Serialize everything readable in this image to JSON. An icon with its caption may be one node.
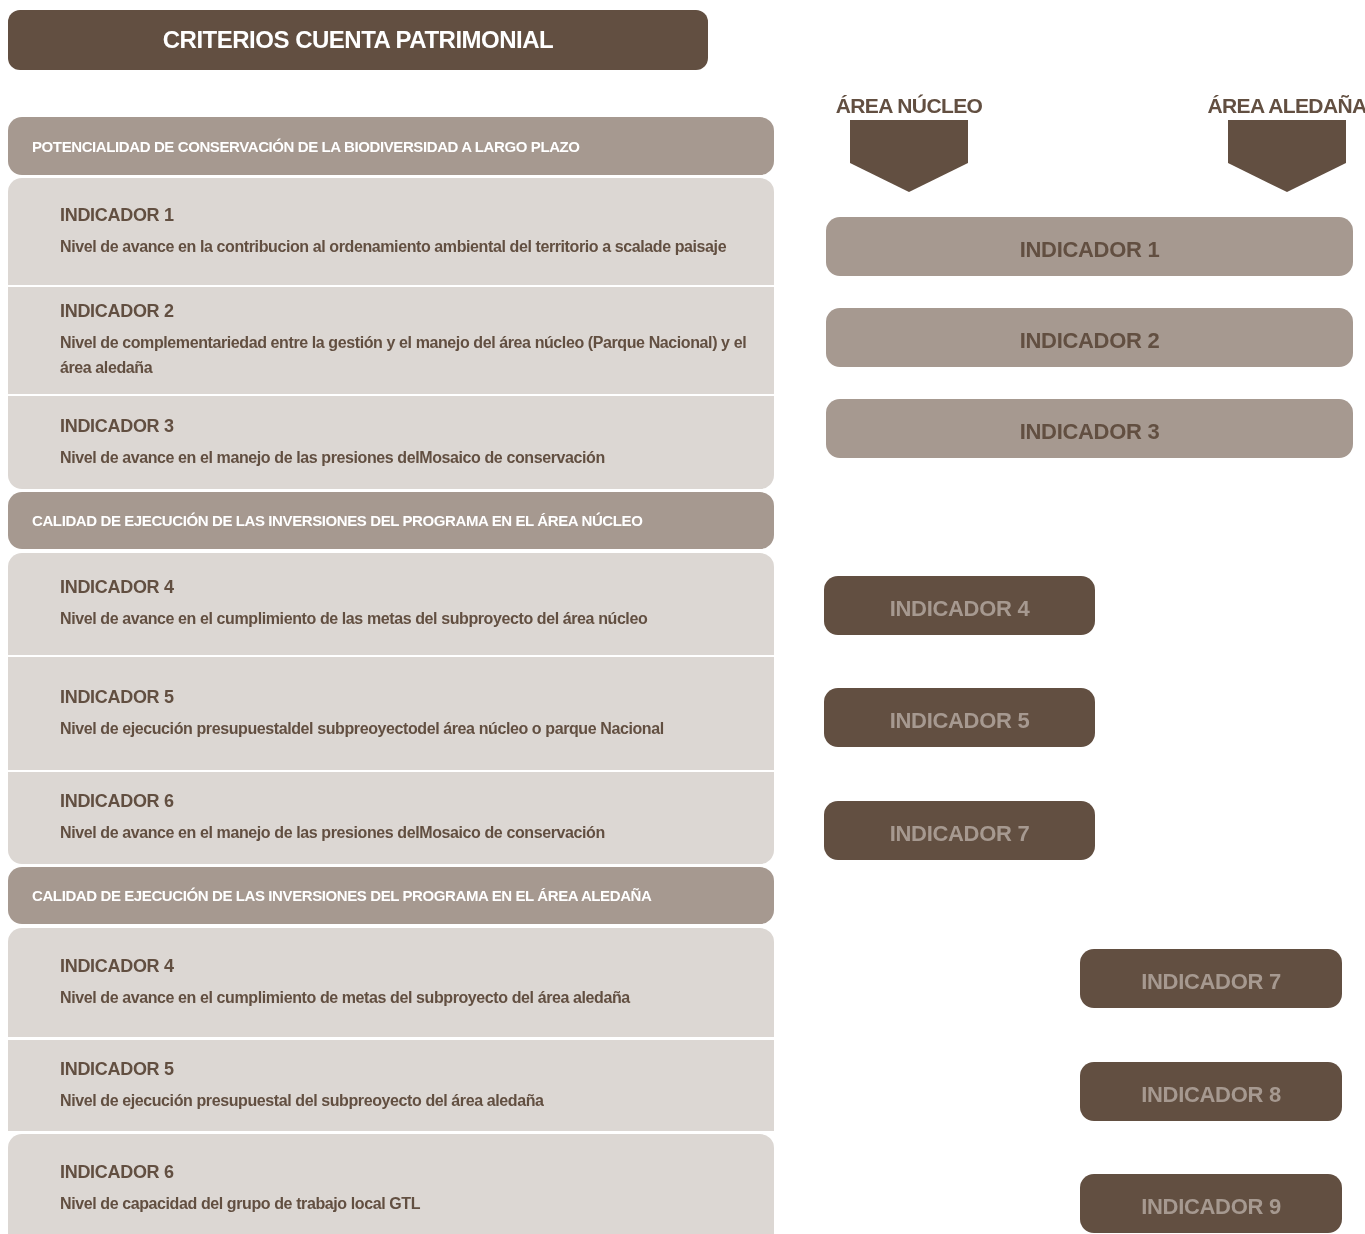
{
  "diagram": {
    "title": "CRITERIOS CUENTA PATRIMONIAL",
    "nodes": [
      {
        "text": [
          "POTENCIALIDAD DE CONSERVACIÓN DE LA BIODIVERSIDAD A LARGO PLAZO"
        ]
      },
      {
        "text": [
          "INDICADOR 1",
          "Nivel de avance en la contribucion al ordenamiento ambiental del territorio a scalade paisaje"
        ]
      },
      {
        "text": [
          "INDICADOR 2",
          "Nivel de complementariedad entre la gestión y el manejo del área núcleo (Parque Nacional) y el área aledaña"
        ]
      },
      {
        "text": [
          "INDICADOR 3",
          "Nivel de avance en el manejo de las presiones delMosaico de conservación"
        ]
      },
      {
        "text": [
          "CALIDAD DE EJECUCIÓN DE LAS INVERSIONES DEL PROGRAMA EN EL ÁREA NÚCLEO"
        ]
      },
      {
        "text": [
          "INDICADOR 4",
          "Nivel de avance en el cumplimiento de las metas del subproyecto del área núcleo"
        ]
      },
      {
        "text": [
          "INDICADOR 5",
          "Nivel de ejecución presupuestaldel subpreoyectodel área núcleo o parque Nacional"
        ]
      },
      {
        "text": [
          "INDICADOR 6",
          "Nivel de avance en el manejo de las presiones delMosaico de conservación"
        ]
      },
      {
        "text": [
          "CALIDAD DE EJECUCIÓN DE LAS INVERSIONES DEL PROGRAMA EN EL ÁREA ALEDAÑA"
        ]
      },
      {
        "text": [
          "INDICADOR 4",
          "Nivel de avance en el cumplimiento de metas del subproyecto del área aledaña"
        ]
      },
      {
        "text": [
          "INDICADOR 5",
          "Nivel de ejecución presupuestal del subpreoyecto del área aledaña"
        ]
      },
      {
        "text": [
          "INDICADOR 6",
          "Nivel de capacidad del grupo de trabajo local GTL"
        ]
      },
      {
        "text": [
          "ÁREA NÚCLEO"
        ]
      },
      {
        "text": [
          "ÁREA ALEDAÑA"
        ]
      },
      {
        "text": [
          "INDICADOR 1"
        ]
      },
      {
        "text": [
          "INDICADOR 2"
        ]
      },
      {
        "text": [
          "INDICADOR 3"
        ]
      },
      {
        "text": [
          "INDICADOR 4"
        ]
      },
      {
        "text": [
          "INDICADOR 5"
        ]
      },
      {
        "text": [
          "INDICADOR 7"
        ]
      },
      {
        "text": [
          "INDICADOR 7"
        ]
      },
      {
        "text": [
          "INDICADOR 8"
        ]
      },
      {
        "text": [
          "INDICADOR 9"
        ]
      }
    ],
    "edges": []
  }
}
